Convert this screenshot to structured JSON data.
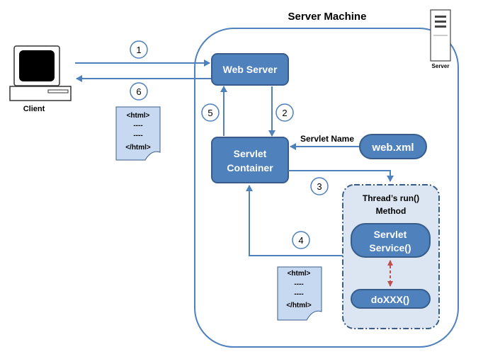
{
  "title": "Server Machine",
  "client_label": "Client",
  "server_icon_label": "Server",
  "nodes": {
    "web_server": "Web Server",
    "servlet_container_line1": "Servlet",
    "servlet_container_line2": "Container",
    "web_xml": "web.xml",
    "thread_label_line1": "Thread’s run()",
    "thread_label_line2": "Method",
    "servlet_service_line1": "Servlet",
    "servlet_service_line2": "Service()",
    "doxxx": "doXXX()"
  },
  "edge_labels": {
    "servlet_name": "Servlet Name"
  },
  "steps": [
    "1",
    "2",
    "3",
    "4",
    "5",
    "6"
  ],
  "html_doc": [
    "<html>",
    "----",
    "----",
    "</html>"
  ],
  "colors": {
    "box_fill": "#4f81bd",
    "box_stroke": "#385d8a",
    "line": "#4f81bd",
    "thread_fill": "#dce6f2",
    "doc_fill": "#c6d9f1",
    "dashed_arrow": "#c0504d",
    "step_circle_stroke": "#4f81bd"
  }
}
